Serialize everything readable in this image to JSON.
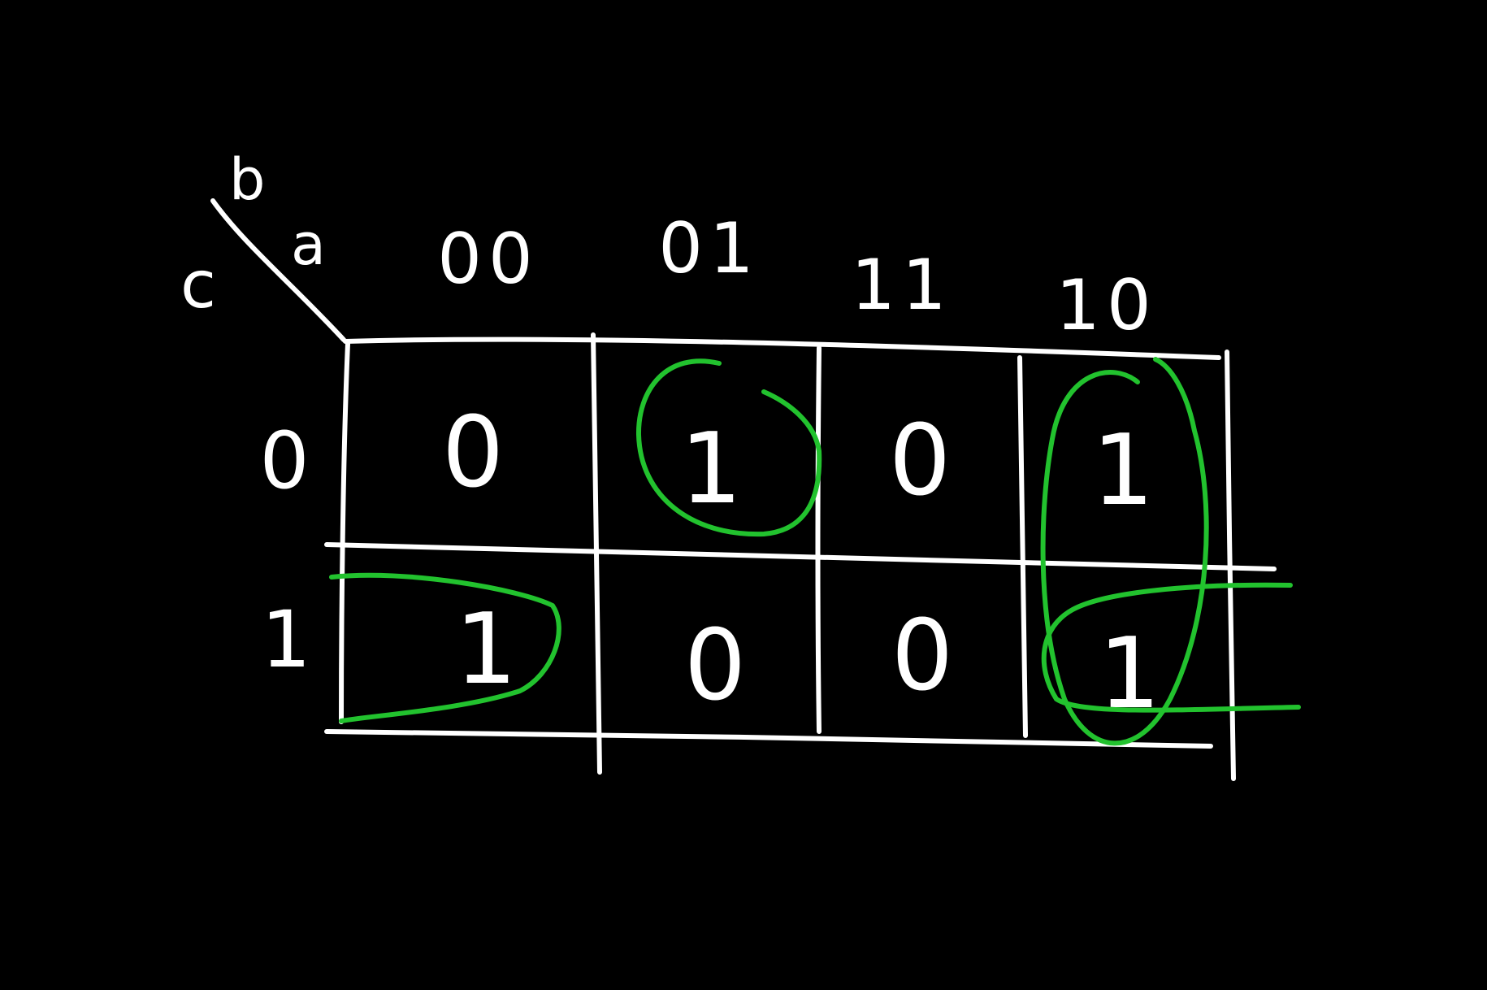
{
  "kmap": {
    "corner": {
      "row_variable": "c",
      "column_variable_top": "b",
      "column_variable_bottom": "a"
    },
    "column_headers": [
      "00",
      "01",
      "11",
      "10"
    ],
    "row_headers": [
      "0",
      "1"
    ],
    "cells": [
      [
        "0",
        "1",
        "0",
        "1"
      ],
      [
        "1",
        "0",
        "0",
        "1"
      ]
    ]
  },
  "colors": {
    "background": "#000000",
    "chalk": "#ffffff",
    "groups": "#22c22e"
  }
}
